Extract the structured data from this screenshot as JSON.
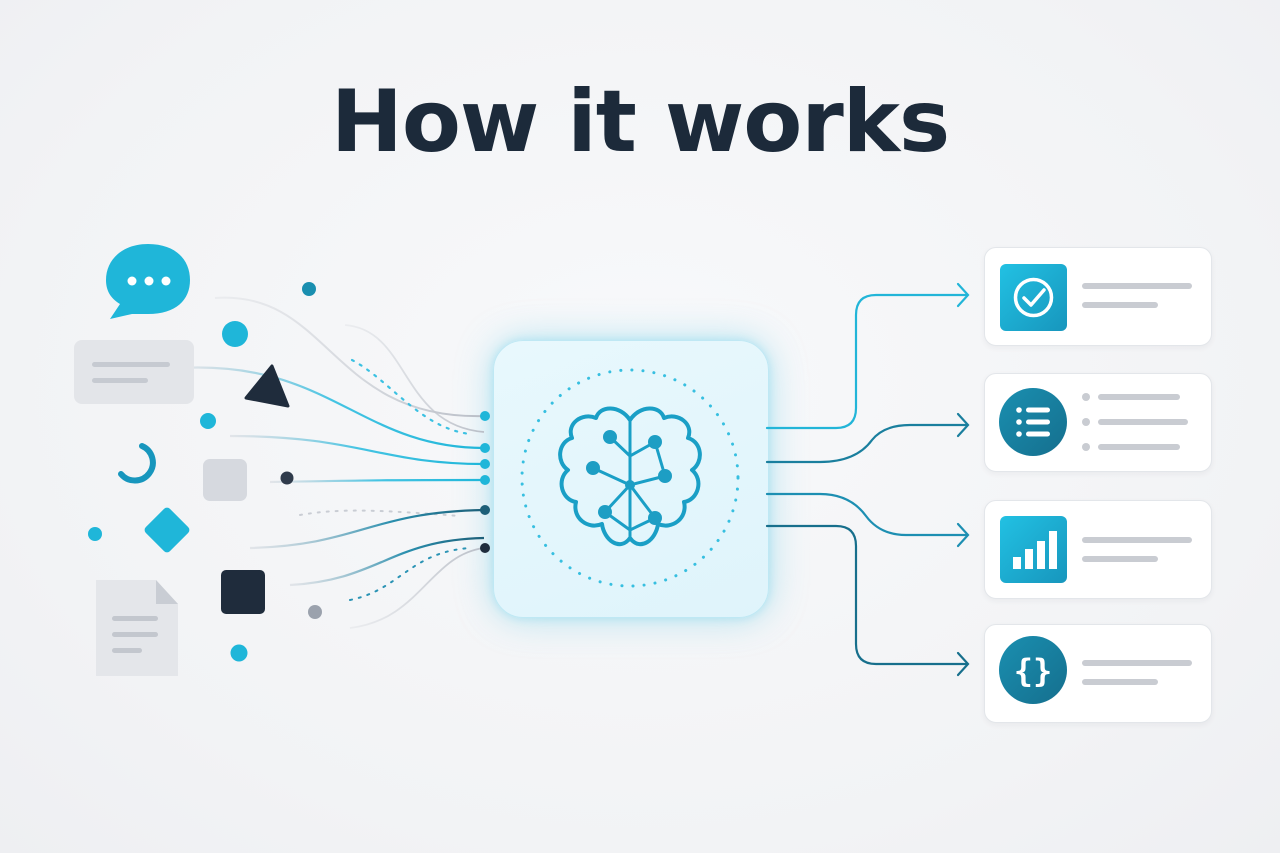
{
  "title": "How it works",
  "colors": {
    "title": "#1c2a3a",
    "accent_cyan": "#1fb6d9",
    "accent_teal": "#147e9b",
    "dark_navy": "#1f2c3c",
    "gray_shape": "#d6d9df",
    "card_line": "#c9ccd2"
  },
  "inputs": {
    "icons": [
      "chat-bubble-icon",
      "message-card-icon",
      "triangle-shape-icon",
      "ring-shape-icon",
      "square-shape-icon",
      "diamond-shape-icon",
      "document-icon",
      "dot-icon"
    ]
  },
  "hub": {
    "icon": "brain-network-icon"
  },
  "outputs": [
    {
      "icon": "checkmark-icon",
      "icon_style": "square"
    },
    {
      "icon": "list-icon",
      "icon_style": "circle"
    },
    {
      "icon": "bar-chart-icon",
      "icon_style": "square"
    },
    {
      "icon": "code-braces-icon",
      "icon_style": "circle"
    }
  ]
}
